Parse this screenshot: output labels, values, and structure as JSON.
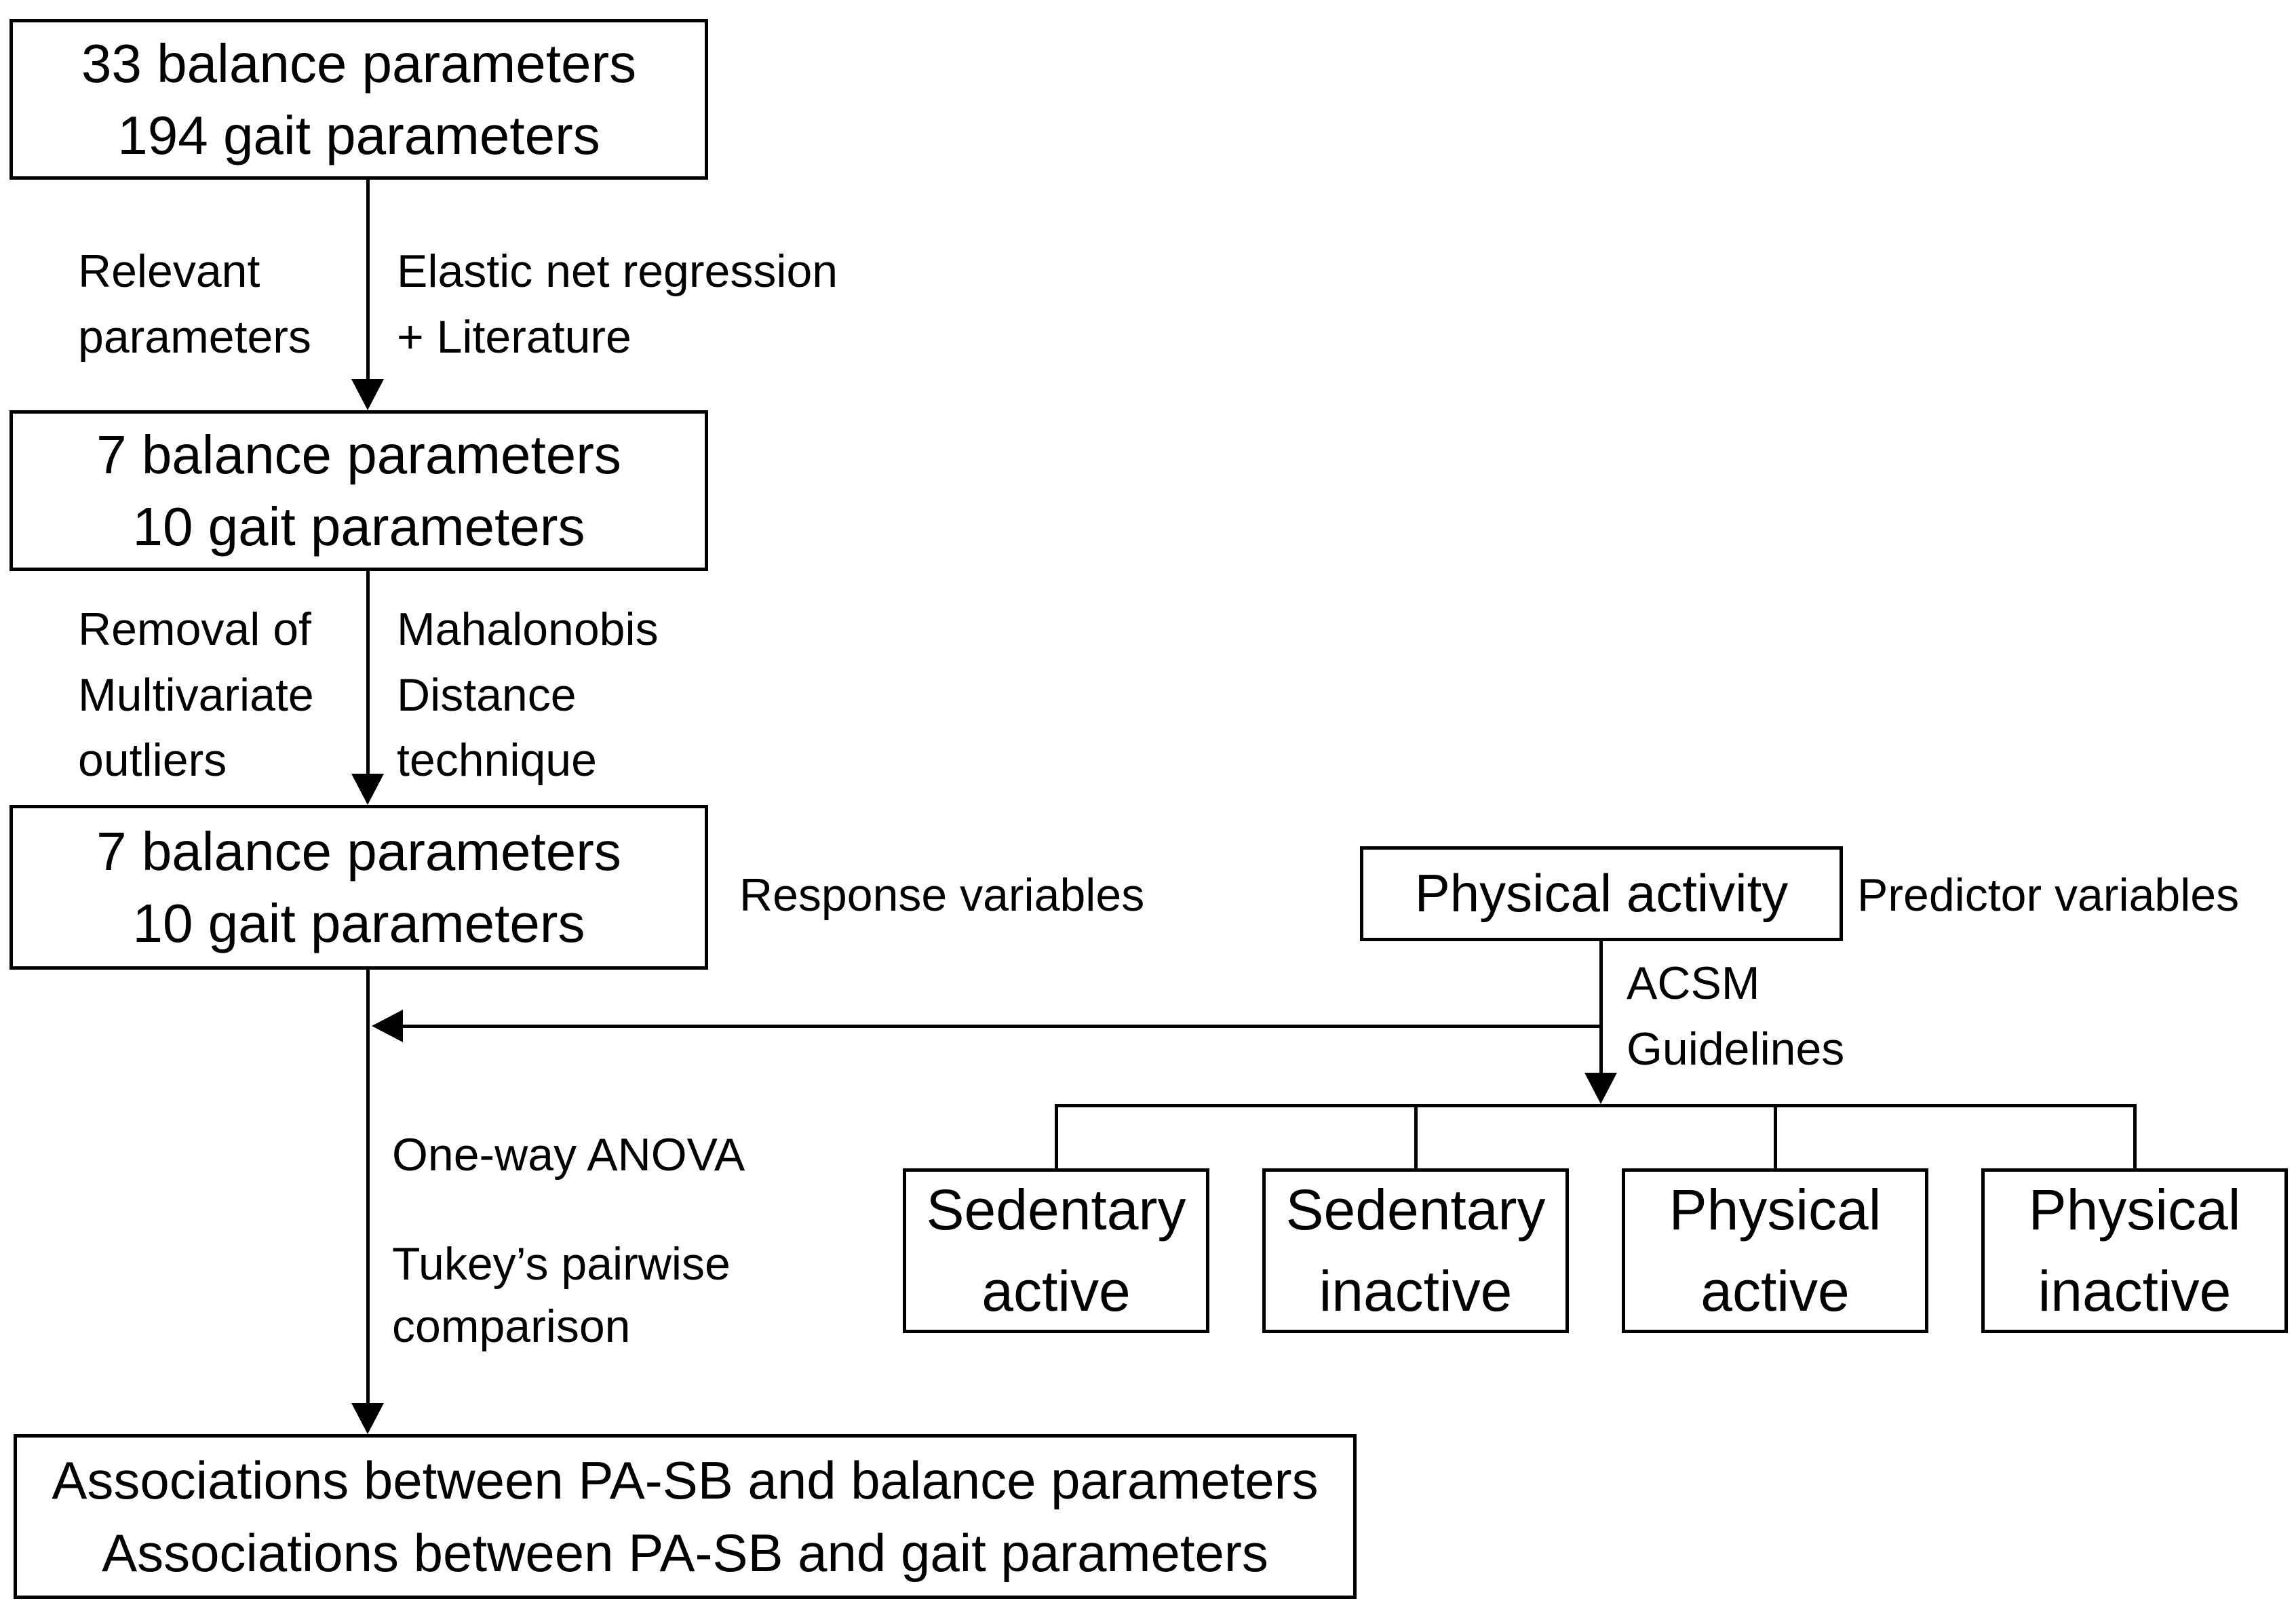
{
  "diagram": {
    "background": "#ffffff",
    "line_color": "#000000",
    "boxes": {
      "initial": "33 balance parameters\n194 gait parameters",
      "selected": "7 balance parameters\n10 gait parameters",
      "cleaned": "7 balance parameters\n10 gait parameters",
      "physical_activity": "Physical activity",
      "group_1": "Sedentary\nactive",
      "group_2": "Sedentary\ninactive",
      "group_3": "Physical\nactive",
      "group_4": "Physical\ninactive",
      "outcome": "Associations between PA-SB and balance parameters\nAssociations between PA-SB and gait parameters"
    },
    "labels": {
      "relevant": "Relevant\nparameters",
      "elastic": "Elastic net regression\n+ Literature",
      "removal": "Removal of\nMultivariate\noutliers",
      "mahalonobis": "Mahalonobis\nDistance\ntechnique",
      "response": "Response variables",
      "predictor": "Predictor variables",
      "acsm": "ACSM\nGuidelines",
      "anova": "One-way ANOVA",
      "tukey": "Tukey’s pairwise\ncomparison"
    }
  }
}
